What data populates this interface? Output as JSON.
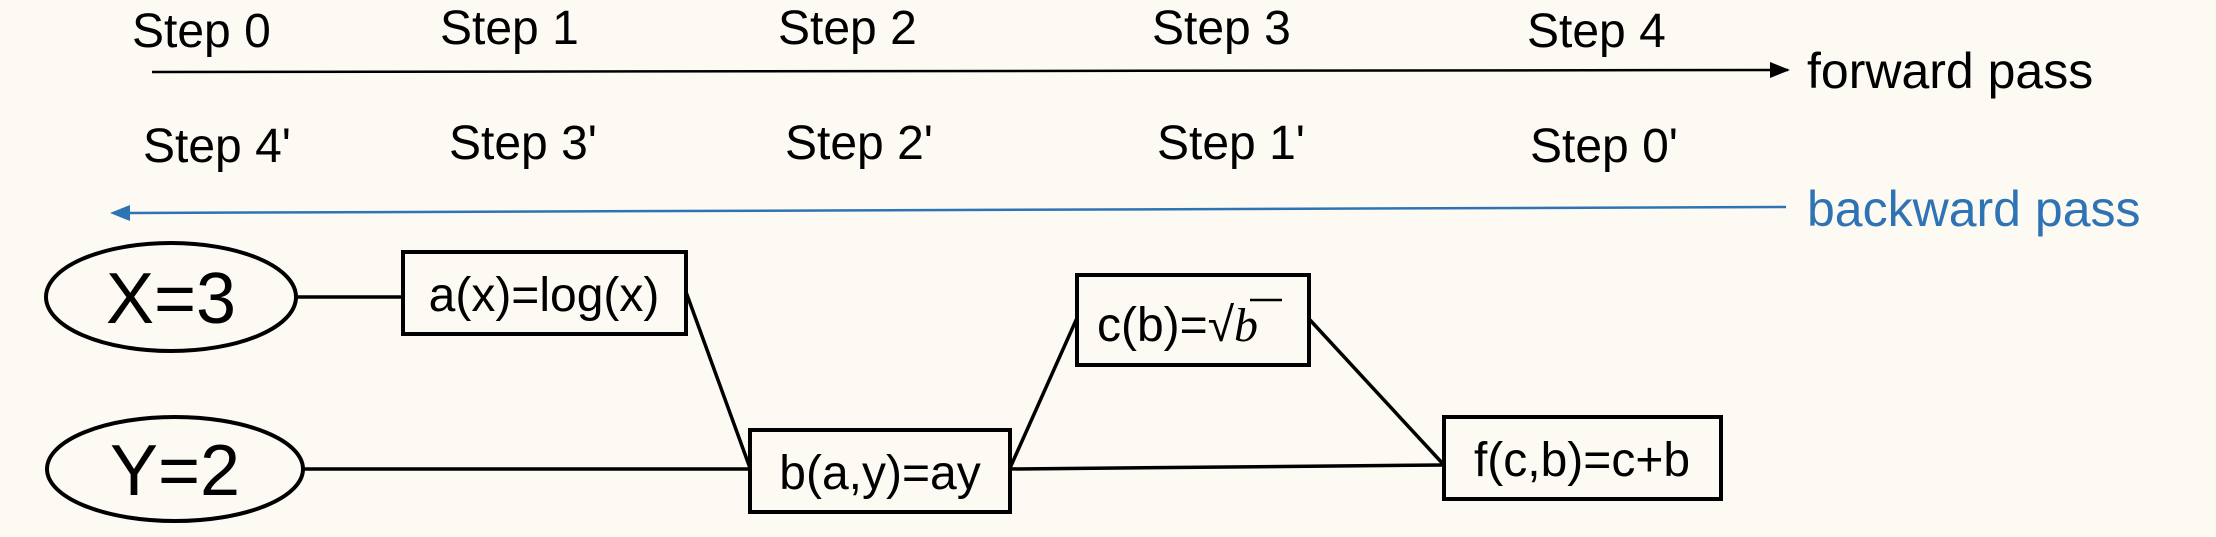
{
  "forward_steps": [
    "Step 0",
    "Step 1",
    "Step 2",
    "Step 3",
    "Step 4"
  ],
  "backward_steps": [
    "Step 4'",
    "Step 3'",
    "Step 2'",
    "Step 1'",
    "Step 0'"
  ],
  "forward_pass": {
    "label": "forward pass",
    "color": "#000000"
  },
  "backward_pass": {
    "label": "backward pass",
    "color": "#2e74b5"
  },
  "inputs": {
    "x": {
      "label": "X=3"
    },
    "y": {
      "label": "Y=2"
    }
  },
  "functions": {
    "a": {
      "label": "a(x)=log(x)"
    },
    "b": {
      "label": "b(a,y)=ay"
    },
    "c": {
      "label_prefix": "c(b)=",
      "radical": "√",
      "radicand": "b"
    },
    "f": {
      "label": "f(c,b)=c+b"
    }
  }
}
